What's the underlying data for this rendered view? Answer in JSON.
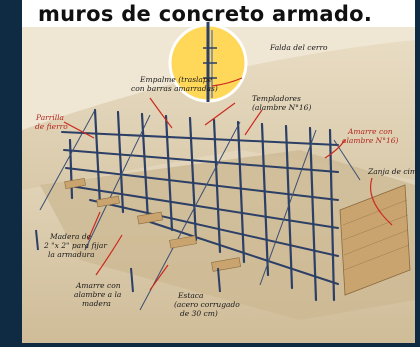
{
  "title": "muros de concreto armado.",
  "labels": {
    "falda_cerro": "Falda del cerro",
    "empalme_1": "Empalme (traslape",
    "empalme_2": "con barras amarradas)",
    "templadores_1": "Templadores",
    "templadores_2": "(alambre N°16)",
    "parrilla_1": "Parrilla",
    "parrilla_2": "de fierro",
    "amarre_alambre_1": "Amarre con",
    "amarre_alambre_2": "alambre N°16)",
    "zanja_1": "Zanja de cim",
    "madera_1": "Madera de",
    "madera_2": "2 \"x 2\" para fijar",
    "madera_3": "la armadura",
    "amarre_madera_1": "Amarre con",
    "amarre_madera_2": "alambre a la",
    "amarre_madera_3": "madera",
    "estaca_1": "Estaca",
    "estaca_2": "(acero corrugado",
    "estaca_3": "de 30 cm)"
  },
  "colors": {
    "background": "#0f2b44",
    "panel": "#efe6d4",
    "rebar": "#2c3f66",
    "rebar_highlight": "#6d84b3",
    "leader": "#cc2a1f",
    "trench_wood": "#c9a46f",
    "circle_fill": "#ffd85a"
  }
}
